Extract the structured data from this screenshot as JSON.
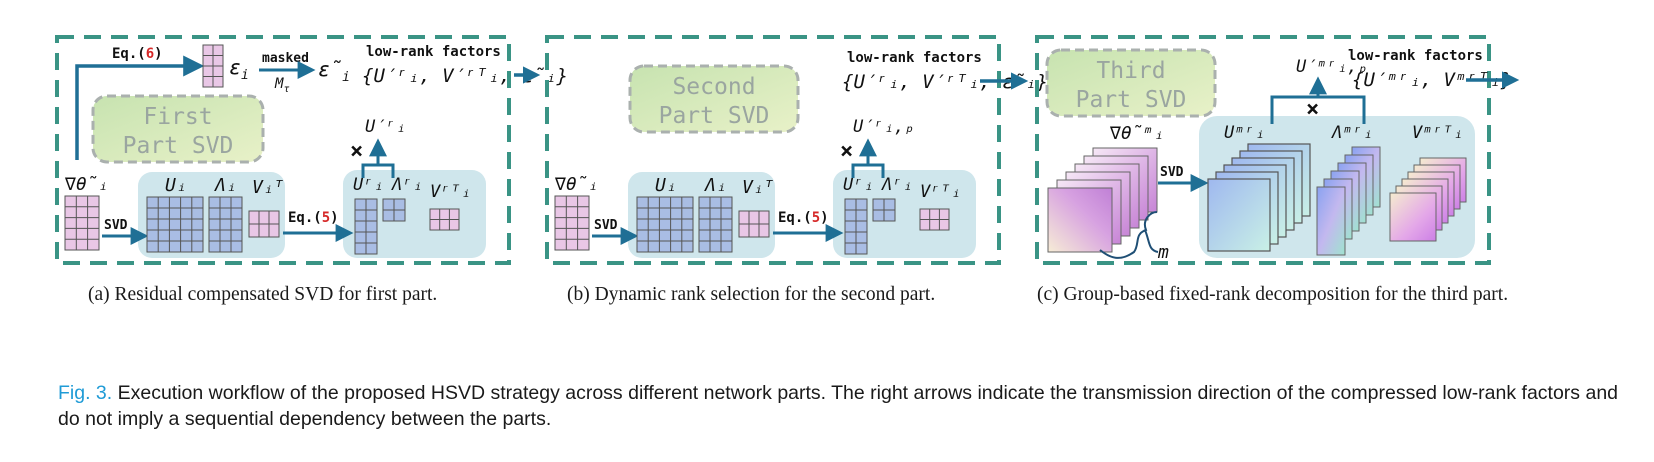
{
  "colors": {
    "dashed_border": "#3a9485",
    "arrow": "#1f6f95",
    "panel_fill": "#cfe6ec",
    "grid_blue": "#a9bde4",
    "grid_pink": "#e9c7e6",
    "red_ref": "#d62828",
    "svd_label_fill_start": "#c7e3b0",
    "svd_label_fill_end": "#e8f1c8",
    "svd_label_text": "#9aa5a0",
    "caption_label": "#1f9bd6"
  },
  "panel_a": {
    "eq6_prefix": "Eq.(",
    "eq6_num": "6",
    "eq6_suffix": ")",
    "epsilon": "ε",
    "epsilon_sub": "i",
    "masked": "masked",
    "m_tau": "M",
    "m_tau_sub": "τ",
    "eps_tilde": "ε̃",
    "eps_tilde_sub": "i",
    "lowrank_title": "low-rank factors",
    "lowrank_expr": "{U′ʳᵢ, V′ʳᵀᵢ, ε̃ᵢ}",
    "svd_label_line1": "First",
    "svd_label_line2": "Part SVD",
    "u_prime_r": "U′ʳᵢ",
    "grad_theta": "∇θ̃ᵢ",
    "svd": "SVD",
    "u_i": "Uᵢ",
    "lambda_i": "Λᵢ",
    "v_i_t": "Vᵢᵀ",
    "eq5_prefix": "Eq.(",
    "eq5_num": "5",
    "eq5_suffix": ")",
    "u_r": "Uʳᵢ",
    "lambda_r": "Λʳᵢ",
    "v_r_t": "Vʳᵀᵢ",
    "times": "×"
  },
  "panel_b": {
    "lowrank_title": "low-rank factors",
    "lowrank_expr": "{U′ʳᵢ, V′ʳᵀᵢ, ε̃ᵢ}",
    "svd_label_line1": "Second",
    "svd_label_line2": "Part SVD",
    "u_prime_r_p": "U′ʳᵢ,ₚ",
    "grad_theta": "∇θ̃ᵢ",
    "svd": "SVD",
    "u_i": "Uᵢ",
    "lambda_i": "Λᵢ",
    "v_i_t": "Vᵢᵀ",
    "eq5_prefix": "Eq.(",
    "eq5_num": "5",
    "eq5_suffix": ")",
    "u_r": "Uʳᵢ",
    "lambda_r": "Λʳᵢ",
    "v_r_t": "Vʳᵀᵢ",
    "times": "×"
  },
  "panel_c": {
    "lowrank_title": "low-rank factors",
    "lowrank_expr": "{U′ᵐʳᵢ, Vᵐʳᵀᵢ}",
    "svd_label_line1": "Third",
    "svd_label_line2": "Part SVD",
    "u_prime_mr_p": "U′ᵐʳᵢ,ₚ",
    "grad_theta_m": "∇θ̃ᵐᵢ",
    "svd": "SVD",
    "u_mr": "Uᵐʳᵢ",
    "lambda_mr": "Λᵐʳᵢ",
    "v_mr_t": "Vᵐʳᵀᵢ",
    "m": "m",
    "times": "×"
  },
  "captions": {
    "a": "(a) Residual compensated SVD for first part.",
    "b": "(b) Dynamic rank selection for the second part.",
    "c": "(c) Group-based fixed-rank decomposition for the third part.",
    "fig_label": "Fig. 3.",
    "fig_text": "Execution workflow of the proposed HSVD strategy across different network parts. The right arrows indicate the transmission direction of the compressed low-rank factors and do not imply a sequential dependency between the parts."
  }
}
